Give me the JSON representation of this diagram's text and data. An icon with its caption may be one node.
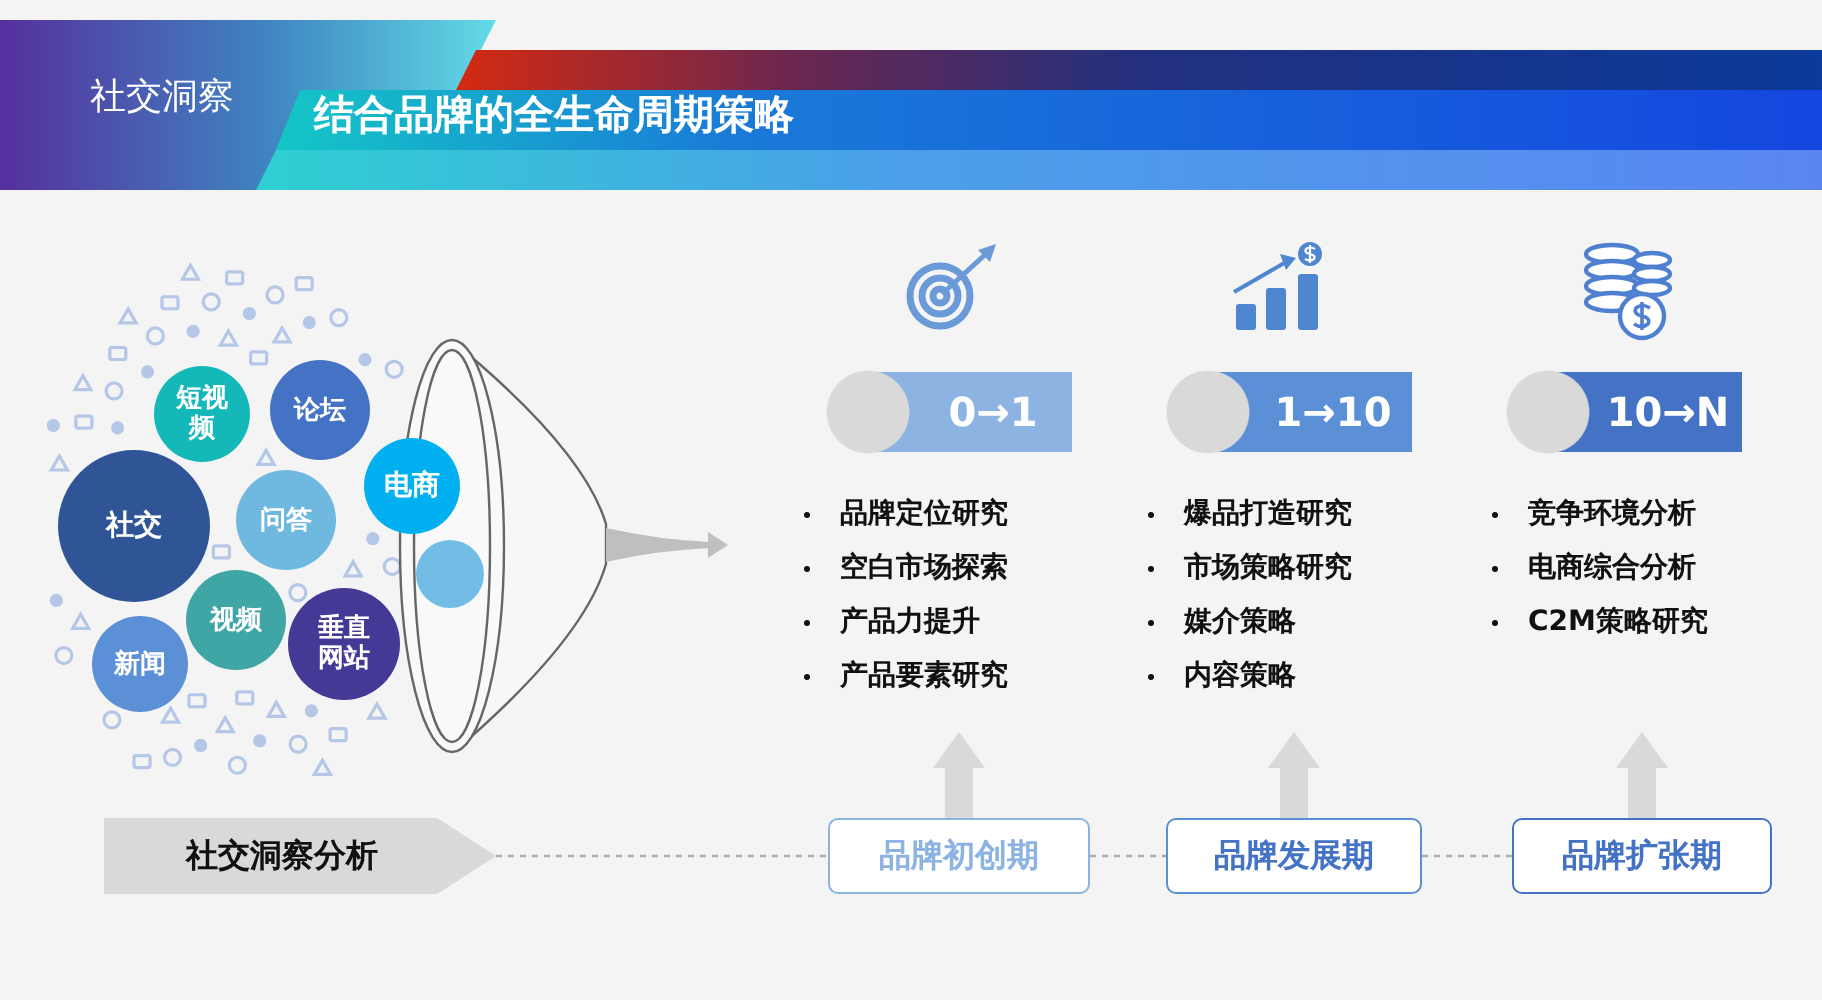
{
  "diagram": {
    "title": "结合品牌的全生命周期策略",
    "nodes": [
      {
        "text": [
          "社交"
        ]
      },
      {
        "text": [
          "短视频"
        ]
      },
      {
        "text": [
          "论坛"
        ]
      },
      {
        "text": [
          "问答"
        ]
      },
      {
        "text": [
          "电商"
        ]
      },
      {
        "text": [],
        "shape": "circle"
      },
      {
        "text": [
          "视频"
        ]
      },
      {
        "text": [
          "新闻"
        ]
      },
      {
        "text": [
          "垂直网站"
        ]
      },
      {
        "text": [
          "0→1"
        ]
      },
      {
        "text": [
          "1→10"
        ]
      },
      {
        "text": [
          "10→N"
        ]
      },
      {
        "text": [
          "品牌定位研究",
          "空白市场探索",
          "产品力提升",
          "产品要素研究"
        ]
      },
      {
        "text": [
          "爆品打造研究",
          "市场策略研究",
          "媒介策略",
          "内容策略"
        ]
      },
      {
        "text": [
          "竞争环境分析",
          "电商综合分析",
          "C2M策略研究"
        ]
      },
      {
        "text": [
          "社交洞察分析"
        ]
      },
      {
        "text": [
          "品牌初创期"
        ]
      },
      {
        "text": [
          "品牌发展期"
        ]
      },
      {
        "text": [
          "品牌扩张期"
        ]
      }
    ],
    "edges": [
      {
        "from": 15,
        "to": 16,
        "arrow": "none",
        "style": "dashed"
      },
      {
        "from": 16,
        "to": 17,
        "arrow": "none",
        "style": "dashed"
      },
      {
        "from": 17,
        "to": 18,
        "arrow": "none",
        "style": "dashed"
      },
      {
        "from": 16,
        "to": 12,
        "arrow": "to",
        "style": "thick",
        "color": "#d9d9d9"
      },
      {
        "from": 17,
        "to": 13,
        "arrow": "to",
        "style": "thick",
        "color": "#d9d9d9"
      },
      {
        "from": 18,
        "to": 14,
        "arrow": "to",
        "style": "thick",
        "color": "#d9d9d9"
      }
    ],
    "labels": [
      "社交洞察"
    ]
  }
}
